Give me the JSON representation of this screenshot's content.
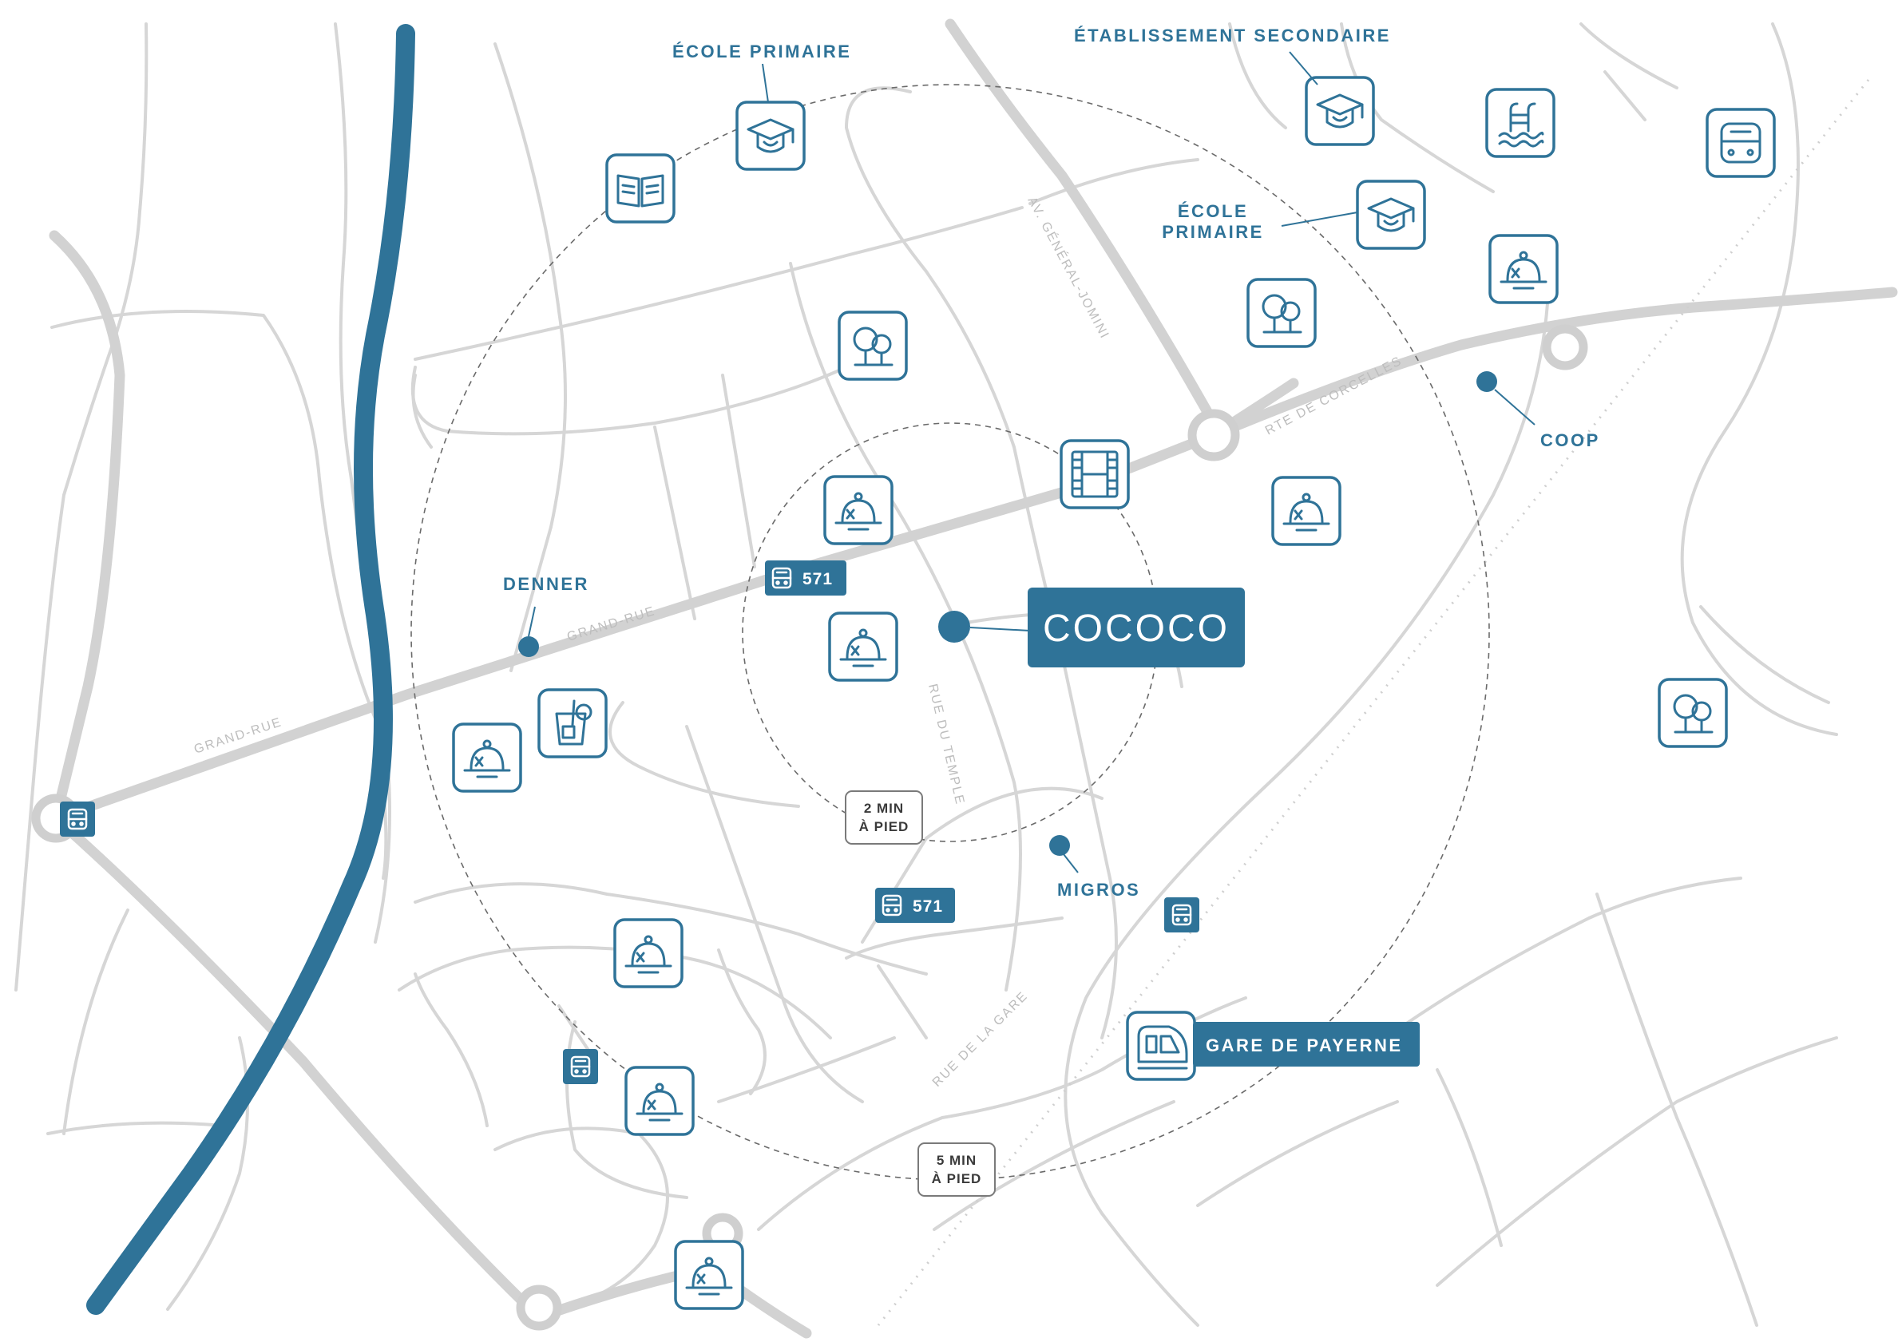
{
  "main_location": "COCOCO",
  "labels": {
    "ecole_primaire_top": "ÉCOLE PRIMAIRE",
    "etablissement_secondaire": "ÉTABLISSEMENT SECONDAIRE",
    "ecole_primaire_line1": "ÉCOLE",
    "ecole_primaire_line2": "PRIMAIRE",
    "coop": "COOP",
    "denner": "DENNER",
    "migros": "MIGROS",
    "gare": "GARE DE PAYERNE"
  },
  "streets": {
    "grand_rue_1": "GRAND-RUE",
    "grand_rue_2": "GRAND-RUE",
    "av_general_jomini": "AV. GÉNÉRAL-JOMINI",
    "rte_de_corcelles": "RTE DE CORCELLES",
    "rue_du_temple": "RUE DU TEMPLE",
    "rue_de_la_gare": "RUE DE LA GARE"
  },
  "walk_times": {
    "inner_line1": "2 MIN",
    "inner_line2": "À PIED",
    "outer_line1": "5 MIN",
    "outer_line2": "À PIED"
  },
  "bus_lines": {
    "north": "571",
    "south": "571"
  },
  "icons": [
    "library-icon",
    "school-icon",
    "park-icon",
    "restaurant-icon",
    "cinema-icon",
    "bar-icon",
    "swimming-pool-icon",
    "bus-icon",
    "train-icon"
  ],
  "colors": {
    "accent": "#2f7398",
    "road": "#d2d2d2",
    "background": "#ffffff"
  }
}
